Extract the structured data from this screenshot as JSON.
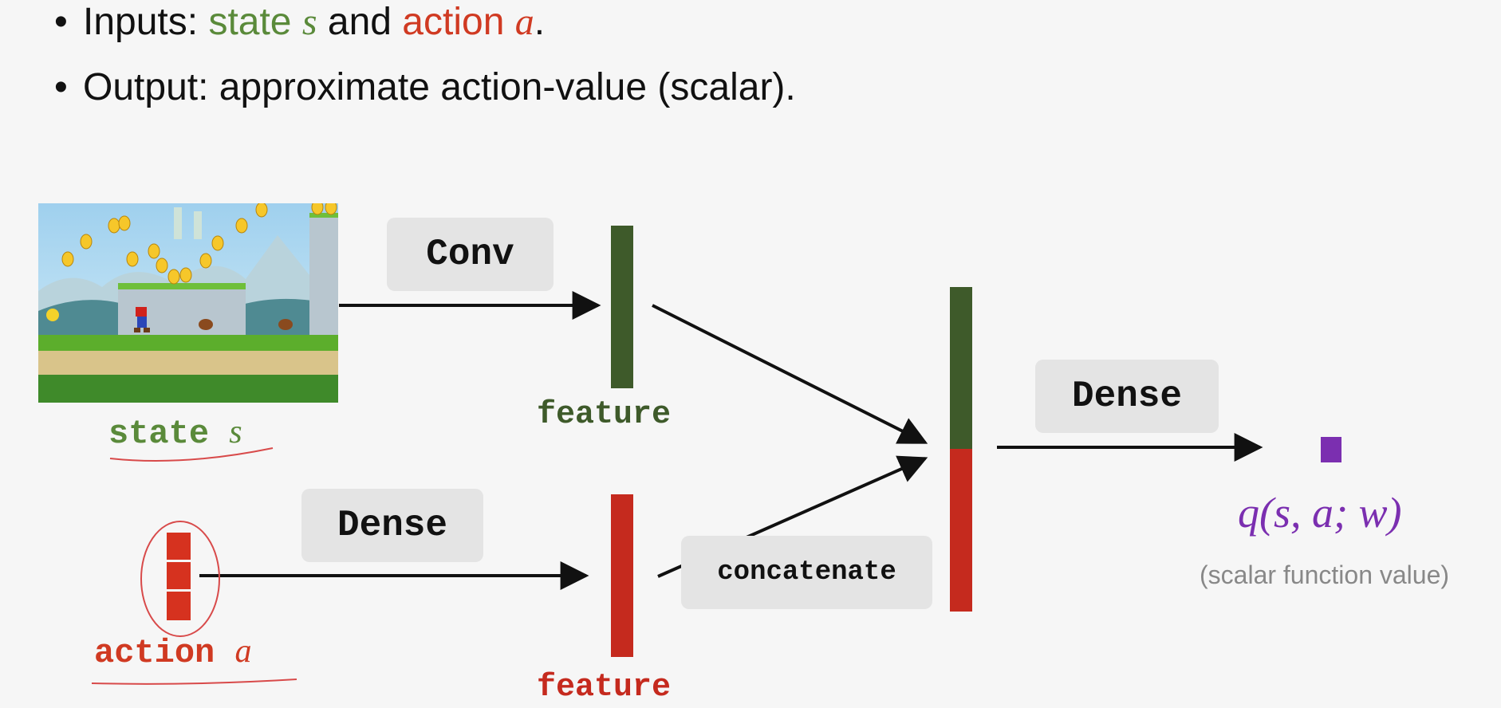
{
  "bullets": {
    "inputs_prefix": "Inputs: ",
    "inputs_state": "state ",
    "inputs_state_var": "s",
    "inputs_and": " and ",
    "inputs_action": "action ",
    "inputs_action_var": "a",
    "inputs_end": ".",
    "output": "Output: approximate action-value (scalar)."
  },
  "diagram": {
    "conv_label": "Conv",
    "dense_action_label": "Dense",
    "dense_out_label": "Dense",
    "concat_label": "concatenate",
    "feature_state": "feature",
    "feature_action": "feature",
    "state_caption": "state ",
    "state_var": "s",
    "action_caption": "action ",
    "action_var": "a",
    "output_formula": "q(s, a; w)",
    "output_note": "(scalar function value)"
  },
  "colors": {
    "green": "#3e5a2a",
    "red": "#c52a1e",
    "purple": "#7b2fb0",
    "label_bg": "#e4e4e4"
  },
  "icons": {
    "game": "mario-game-screenshot-icon",
    "action_vector": "one-hot-action-vector-icon"
  }
}
